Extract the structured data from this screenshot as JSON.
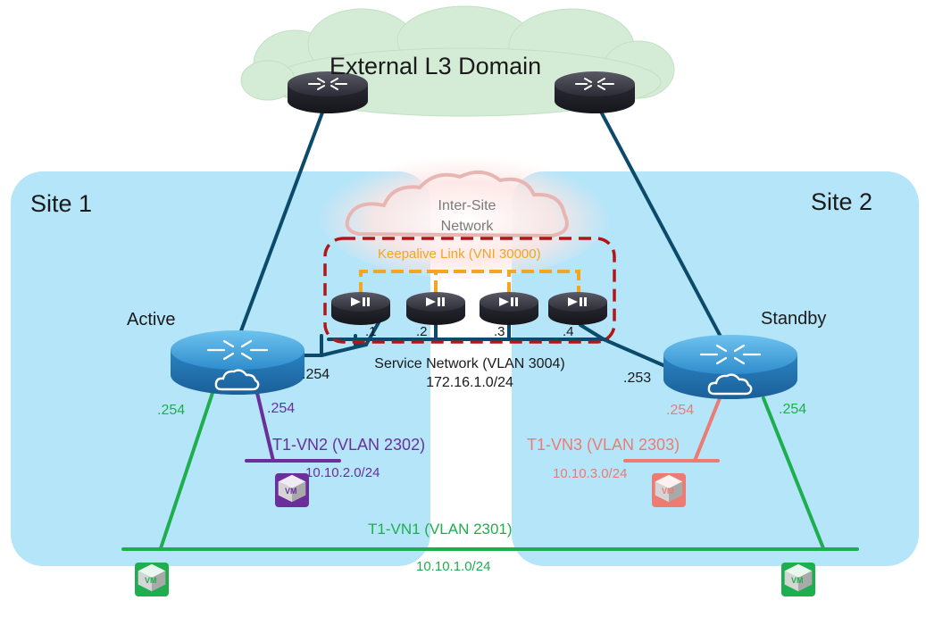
{
  "domains": {
    "external": {
      "title": "External L3 Domain"
    },
    "site1": {
      "title": "Site 1"
    },
    "site2": {
      "title": "Site 2"
    },
    "inter_site": {
      "title_line1": "Inter-Site",
      "title_line2": "Network"
    }
  },
  "roles": {
    "active": "Active",
    "standby": "Standby"
  },
  "keepalive": {
    "label": "Keepalive Link (VNI 30000)",
    "color": "#f2a623"
  },
  "service_network": {
    "name": "Service Network (VLAN 3004)",
    "subnet": "172.16.1.0/24",
    "service_nodes": [
      ".1",
      ".2",
      ".3",
      ".4"
    ],
    "active_ip": ".254",
    "standby_ip": ".253"
  },
  "vn1": {
    "name": "T1-VN1 (VLAN 2301)",
    "subnet": "10.10.1.0/24",
    "active_ip": ".254",
    "standby_ip": ".254",
    "color": "#1fae4f"
  },
  "vn2": {
    "name": "T1-VN2 (VLAN 2302)",
    "subnet": "10.10.2.0/24",
    "active_ip": ".254",
    "color": "#6a2f9a"
  },
  "vn3": {
    "name": "T1-VN3 (VLAN 2303)",
    "subnet": "10.10.3.0/24",
    "standby_ip": ".254",
    "color": "#ec7b72"
  },
  "colors": {
    "site_fill": "#b5e5f9",
    "uplink": "#0b4a6a",
    "vm_green": "#1fae4f",
    "vm_purple": "#6a2f9a",
    "vm_salmon": "#ec7b72"
  },
  "icons": {
    "vm": "vm-icon",
    "vm_label": "VM",
    "router": "router-icon",
    "cloud_router": "cloud-router-icon",
    "service_node": "service-node-icon"
  }
}
